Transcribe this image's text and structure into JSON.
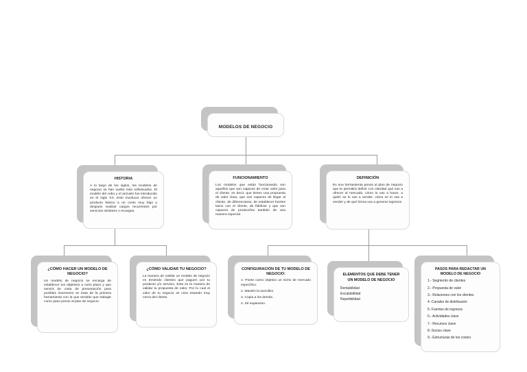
{
  "page": {
    "background": "#ffffff",
    "shadow_color": "#c4c4c4",
    "card_color": "#fdfdfd",
    "line_color": "#9a9a9a"
  },
  "diagram": {
    "type": "concept-map",
    "root": {
      "id": "root",
      "title": "MODELOS DE NEGOCIO"
    },
    "level1": [
      {
        "id": "historia",
        "title": "HISTORIA",
        "body": "A lo largo de los siglos, los modelos de negocio se han vuelto más sofisticados. El modelo del cebo y el anzuelo fue introducido en el siglo XX. Esto involucra ofrecer un producto básico a un costo muy bajo y después realizar cargos recurrentes por servicios similares o recargas."
      },
      {
        "id": "funcionamiento",
        "title": "FUNCIONAMIENTO",
        "body": "Los modelos que están funcionando son aquellos que son capaces de crear valor para el cliente, es decir, que tienen una propuesta de valor clara, que son capaces de llegar al cliente, de diferenciarse, de establecer fuertes lazos con el cliente, de fidelizar y que son capaces de producirlos también de una manera especial."
      },
      {
        "id": "definicion",
        "title": "DEFINICIÓN",
        "body": "Es una herramienta previa al plan de negocio que te permitirá definir con claridad qué vas a ofrecer al mercado, cómo lo vas a hacer, a quién se lo vas a vender, cómo se lo vas a vender y de qué forma vas a generar ingresos."
      }
    ],
    "level2": [
      {
        "id": "como-hacer",
        "parent": "historia",
        "title": "¿CÓMO HACER UN MODELO DE NEGOCIO?",
        "body": "Un modelo de negocio se encarga de establecer tus objetivos a corto plazo y que servirá de carta de presentación para posibles inversores se trata de la primera herramienta con la que tendrás que trabajar como paso previo al plan de negocio."
      },
      {
        "id": "como-validar",
        "parent": "historia",
        "title": "¿CÓMO VALIDAR TU NEGOCIO?",
        "body": "La manera de validar un modelo de negocio es teniendo clientes que paguen por tu producto y/o servicio. Esta es la manera de validar tu propuesta de valor. Por lo cual el valor de tu negocio se crea estando muy cerca del cliente."
      },
      {
        "id": "configuracion",
        "parent": "definicion",
        "title": "CONFIGURACIÓN DE TU MODELO DE NEGOCIO:",
        "items": [
          "1- Ponte como objetivo un nicho de mercado específico.",
          "2. Mantén la sencillez.",
          "3. Copia a los demás.",
          "4. Sé expansivo."
        ]
      },
      {
        "id": "elementos",
        "parent": "definicion",
        "title": "ELEMENTOS QUE DEBE TENER UN MODELO DE NEGOCIO",
        "items": [
          "Rentabilidad",
          "Escalabilidad",
          "Repetibilidad"
        ]
      },
      {
        "id": "pasos",
        "parent": "definicion",
        "title": "PASOS PARA REDACTAR UN MODELO DE NEGOCIO",
        "items": [
          "1.- Segmento de clientes",
          "2.- Propuesta de valor",
          "3.- Relaciones con los clientes",
          "4.-Canales de distribución",
          "5- Fuentes de ingresos",
          "6.- Actividades clave",
          "7.- Recursos clave",
          "8.-Socios clave",
          "9.- Estructuras de los costes"
        ]
      }
    ]
  }
}
